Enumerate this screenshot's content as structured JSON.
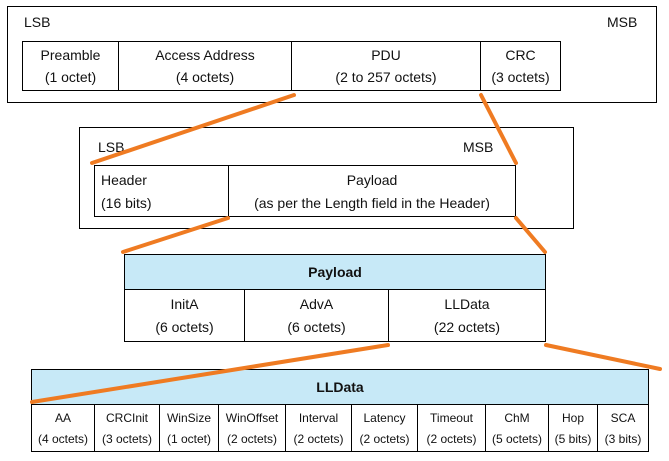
{
  "packet": {
    "lsb": "LSB",
    "msb": "MSB",
    "fields": [
      {
        "name": "Preamble",
        "size": "(1 octet)"
      },
      {
        "name": "Access Address",
        "size": "(4 octets)"
      },
      {
        "name": "PDU",
        "size": "(2 to 257 octets)"
      },
      {
        "name": "CRC",
        "size": "(3 octets)"
      }
    ]
  },
  "pdu": {
    "lsb": "LSB",
    "msb": "MSB",
    "fields": [
      {
        "name": "Header",
        "size": "(16 bits)"
      },
      {
        "name": "Payload",
        "size": "(as per the Length field in the Header)"
      }
    ]
  },
  "payload": {
    "title": "Payload",
    "fields": [
      {
        "name": "InitA",
        "size": "(6 octets)"
      },
      {
        "name": "AdvA",
        "size": "(6 octets)"
      },
      {
        "name": "LLData",
        "size": "(22 octets)"
      }
    ]
  },
  "lldata": {
    "title": "LLData",
    "fields": [
      {
        "name": "AA",
        "size": "(4 octets)"
      },
      {
        "name": "CRCInit",
        "size": "(3 octets)"
      },
      {
        "name": "WinSize",
        "size": "(1 octet)"
      },
      {
        "name": "WinOffset",
        "size": "(2 octets)"
      },
      {
        "name": "Interval",
        "size": "(2 octets)"
      },
      {
        "name": "Latency",
        "size": "(2 octets)"
      },
      {
        "name": "Timeout",
        "size": "(2 octets)"
      },
      {
        "name": "ChM",
        "size": "(5 octets)"
      },
      {
        "name": "Hop",
        "size": "(5 bits)"
      },
      {
        "name": "SCA",
        "size": "(3 bits)"
      }
    ]
  },
  "colors": {
    "connector": "#ef7b22",
    "header_fill": "#c7e9f7"
  }
}
